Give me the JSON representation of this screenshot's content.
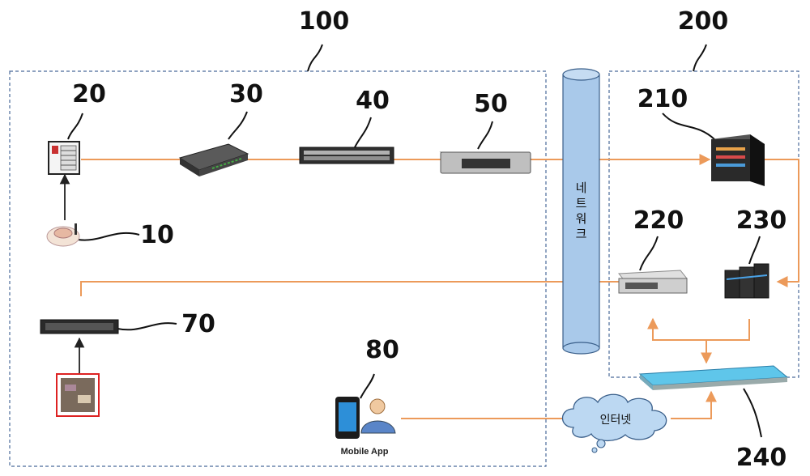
{
  "labels": {
    "system_a": "100",
    "system_b": "200",
    "sensor": "10",
    "receiver": "20",
    "gateway": "30",
    "switch": "40",
    "server": "50",
    "recorder": "70",
    "mobile": "80",
    "main_server": "210",
    "server_220": "220",
    "server_230": "230",
    "hub": "240"
  },
  "network_text": [
    "네",
    "트",
    "워",
    "크"
  ],
  "internet_text": "인터넷",
  "mobile_caption": "Mobile App",
  "colors": {
    "link": "#ec9a5a",
    "boundary": "#4a6a9a",
    "cylinder": "#a9c9ea",
    "cloud": "#bcd8f2"
  }
}
